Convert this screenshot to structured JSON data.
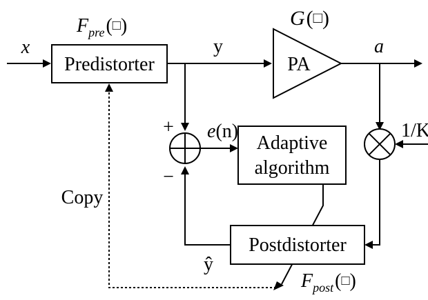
{
  "blocks": {
    "predistorter": "Predistorter",
    "pa": "PA",
    "adaptive_line1": "Adaptive",
    "adaptive_line2": "algorithm",
    "postdistorter": "Postdistorter"
  },
  "signals": {
    "x": "x",
    "y": "y",
    "a": "a",
    "y_hat": "ŷ",
    "error_base": "e",
    "error_arg": "(n)",
    "gain": "1/K"
  },
  "functions": {
    "f_pre_base": "F",
    "f_pre_sub": "pre",
    "f_post_base": "F",
    "f_post_sub": "post",
    "g_base": "G",
    "arg_open": "(",
    "arg_glyph": "□",
    "arg_close": ")"
  },
  "signs": {
    "plus": "+",
    "minus": "−"
  },
  "labels": {
    "copy": "Copy"
  }
}
